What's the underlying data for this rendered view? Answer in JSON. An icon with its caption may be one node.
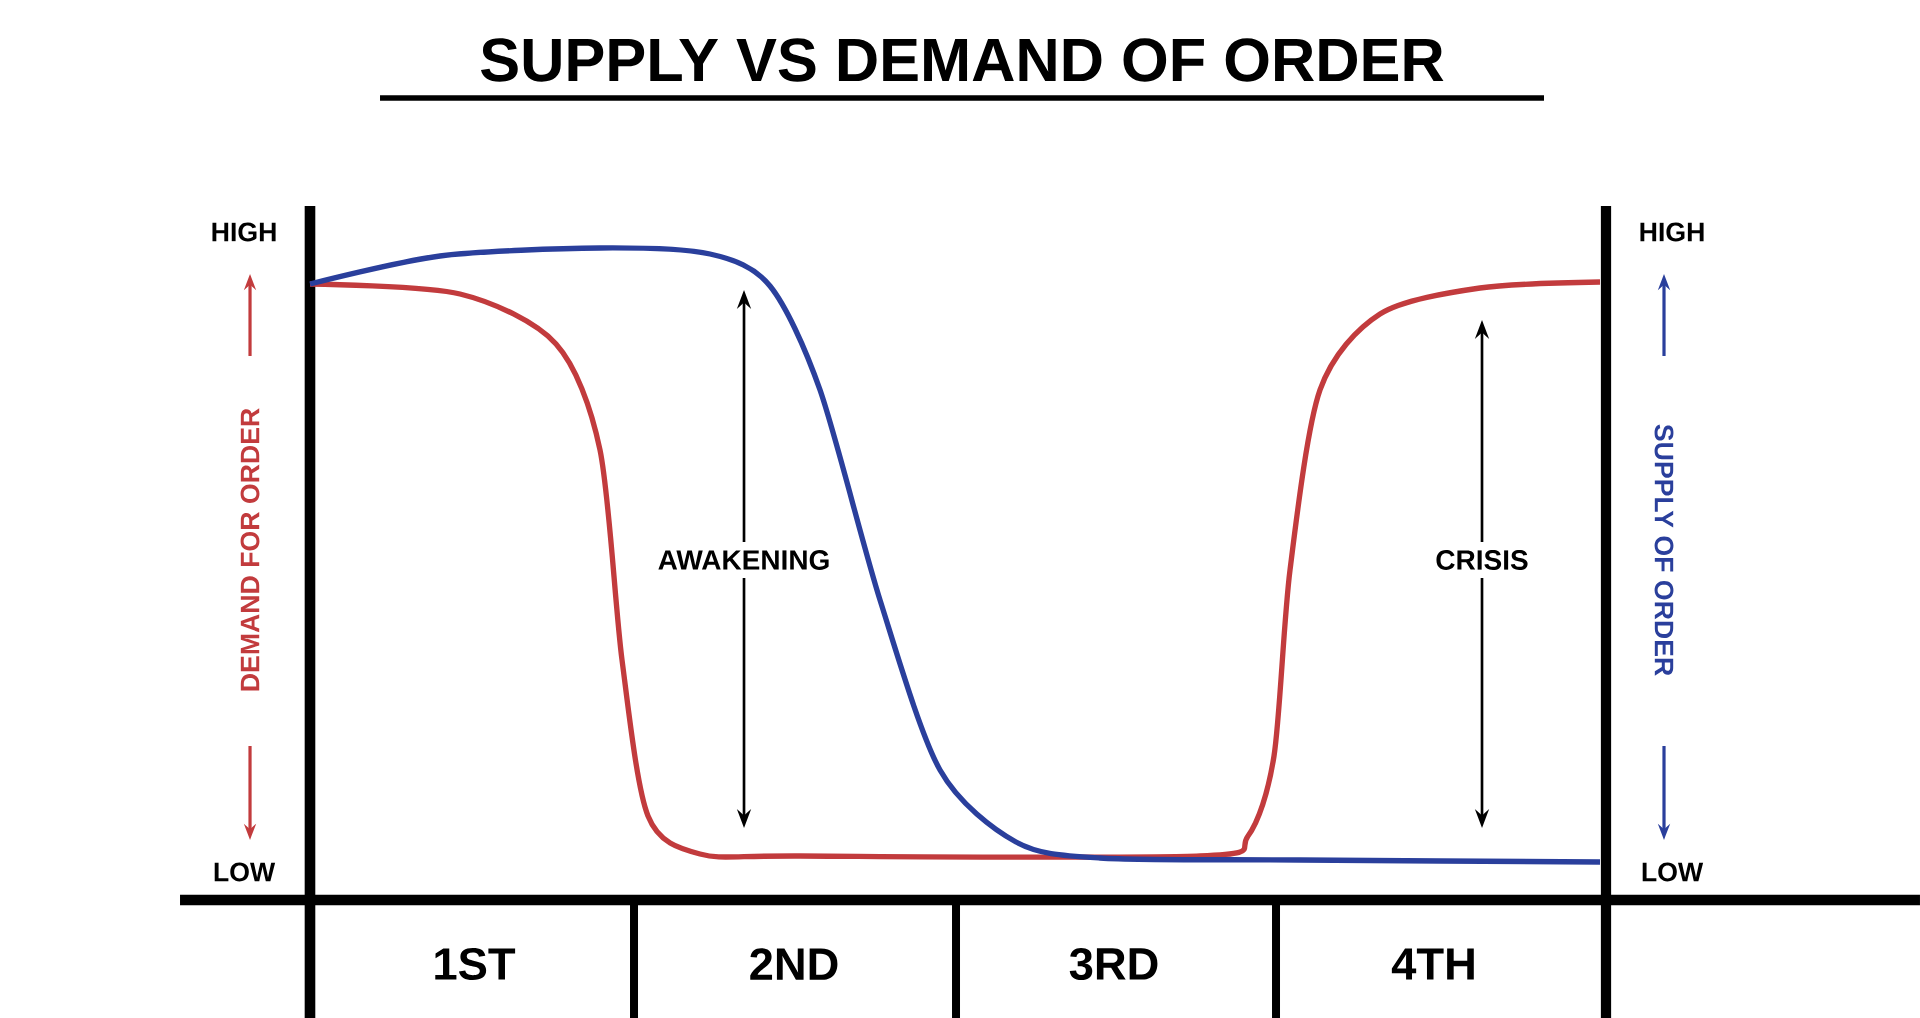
{
  "diagram": {
    "title": "SUPPLY VS DEMAND OF ORDER",
    "labels": [
      "HIGH",
      "LOW",
      "DEMAND FOR ORDER",
      "HIGH",
      "LOW",
      "SUPPLY OF ORDER",
      "AWAKENING",
      "CRISIS",
      "1ST",
      "2ND",
      "3RD",
      "4TH"
    ]
  }
}
